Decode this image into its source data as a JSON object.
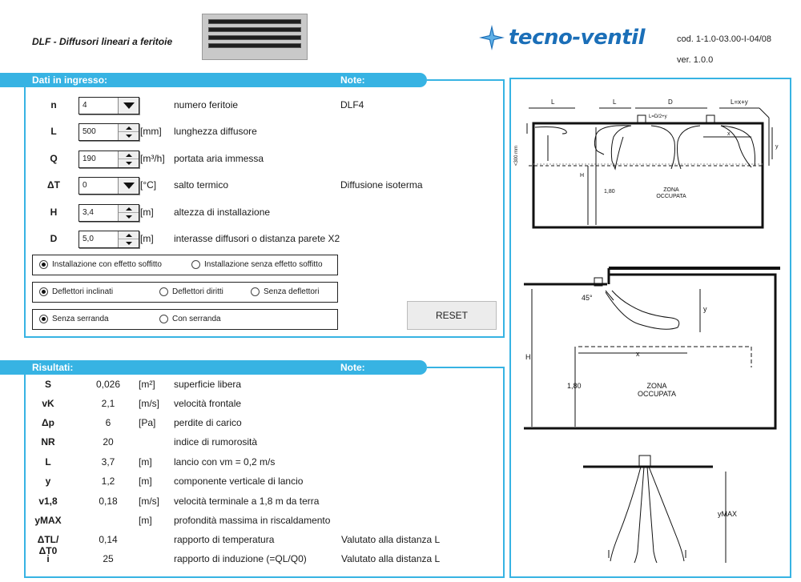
{
  "header": {
    "title": "DLF - Diffusori lineari a feritoie",
    "brand": "tecno-ventil",
    "code": "cod. 1-1.0-03.00-I-04/08",
    "version": "ver. 1.0.0"
  },
  "inputs": {
    "section_label": "Dati in ingresso:",
    "notes_label": "Note:",
    "rows": [
      {
        "symbol": "n",
        "value": "4",
        "unit": "",
        "desc": "numero feritoie",
        "note": "DLF4",
        "control": "combo"
      },
      {
        "symbol": "L",
        "value": "500",
        "unit": "[mm]",
        "desc": "lunghezza diffusore",
        "note": "",
        "control": "spin"
      },
      {
        "symbol": "Q",
        "value": "190",
        "unit": "[m³/h]",
        "desc": "portata aria immessa",
        "note": "",
        "control": "spin"
      },
      {
        "symbol": "ΔT",
        "value": "0",
        "unit": "[°C]",
        "desc": "salto termico",
        "note": "Diffusione isoterma",
        "control": "combo"
      },
      {
        "symbol": "H",
        "value": "3,4",
        "unit": "[m]",
        "desc": "altezza di installazione",
        "note": "",
        "control": "spin"
      },
      {
        "symbol": "D",
        "value": "5,0",
        "unit": "[m]",
        "desc": "interasse diffusori o distanza parete X2",
        "note": "",
        "control": "spin"
      }
    ],
    "options": {
      "installation": [
        "Installazione con effetto soffitto",
        "Installazione senza effetto soffitto"
      ],
      "deflectors": [
        "Deflettori inclinati",
        "Deflettori diritti",
        "Senza deflettori"
      ],
      "damper": [
        "Senza serranda",
        "Con serranda"
      ]
    },
    "reset_label": "RESET"
  },
  "results": {
    "section_label": "Risultati:",
    "notes_label": "Note:",
    "rows": [
      {
        "symbol": "S",
        "value": "0,026",
        "unit": "[m²]",
        "desc": "superficie libera",
        "note": ""
      },
      {
        "symbol": "vK",
        "value": "2,1",
        "unit": "[m/s]",
        "desc": "velocità frontale",
        "note": ""
      },
      {
        "symbol": "Δp",
        "value": "6",
        "unit": "[Pa]",
        "desc": "perdite di carico",
        "note": ""
      },
      {
        "symbol": "NR",
        "value": "20",
        "unit": "",
        "desc": " indice di rumorosità",
        "note": ""
      },
      {
        "symbol": "L",
        "value": "3,7",
        "unit": "[m]",
        "desc": "lancio con vm = 0,2 m/s",
        "note": ""
      },
      {
        "symbol": "y",
        "value": "1,2",
        "unit": "[m]",
        "desc": "componente verticale di lancio",
        "note": ""
      },
      {
        "symbol": "v1,8",
        "value": "0,18",
        "unit": "[m/s]",
        "desc": "velocità terminale a 1,8 m da terra",
        "note": ""
      },
      {
        "symbol": "yMAX",
        "value": "",
        "unit": "[m]",
        "desc": "profondità massima in riscaldamento",
        "note": ""
      },
      {
        "symbol": "ΔTL/ΔT0",
        "value": "0,14",
        "unit": "",
        "desc": "rapporto di temperatura",
        "note": "Valutato alla distanza L"
      },
      {
        "symbol": "i",
        "value": "25",
        "unit": "",
        "desc": "rapporto di induzione (=QL/Q0)",
        "note": "Valutato alla distanza L"
      }
    ]
  },
  "drawings": {
    "top": {
      "L1": "L",
      "L2": "L",
      "D": "D",
      "Lxy": "L=x+y",
      "ld": "L=D/2+y",
      "v300": "<300 mm",
      "x": "x",
      "y": "y",
      "H": "H",
      "h180": "1,80",
      "zone1": "ZONA",
      "zone2": "OCCUPATA"
    },
    "middle": {
      "angle": "45°",
      "y": "y",
      "x": "x",
      "H": "H",
      "h180": "1,80",
      "zone1": "ZONA",
      "zone2": "OCCUPATA"
    },
    "bottom": {
      "ymax": "yMAX"
    }
  },
  "colors": {
    "accent": "#37b3e3",
    "brand": "#1b6fb8"
  }
}
